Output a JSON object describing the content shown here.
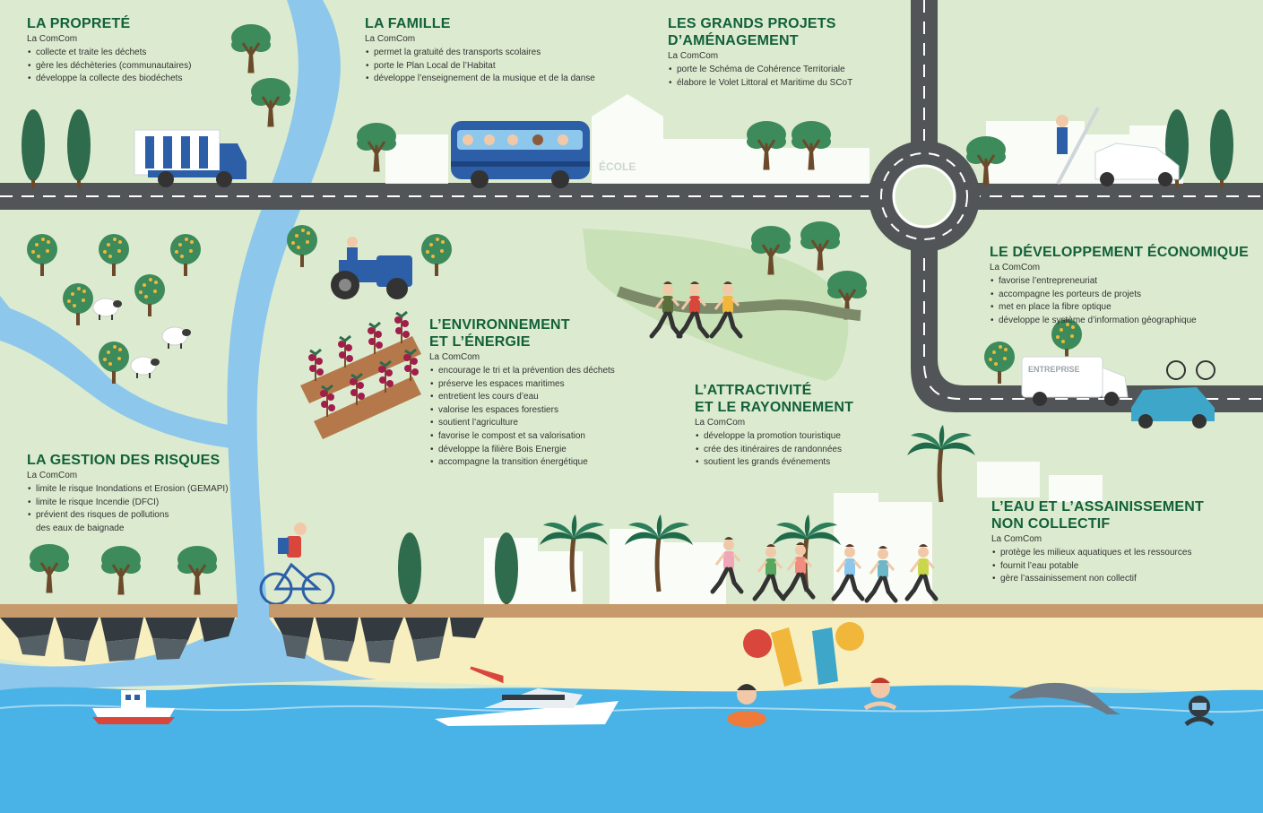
{
  "colors": {
    "background": "#dcebcf",
    "title": "#12603a",
    "river": "#8dc8ec",
    "sea": "#49b2e6",
    "sand": "#f7efbf",
    "road": "#525558"
  },
  "sections": {
    "proprete": {
      "title": "LA PROPRETÉ",
      "sub": "La ComCom",
      "items": [
        "collecte et traite les déchets",
        "gère les déchèteries (communautaires)",
        "développe la collecte des biodéchets"
      ]
    },
    "famille": {
      "title": "LA FAMILLE",
      "sub": "La ComCom",
      "items": [
        "permet la gratuité des transports scolaires",
        "porte le Plan Local de l’Habitat",
        "développe l’enseignement de la musique et de la danse"
      ]
    },
    "projets": {
      "title_line1": "LES GRANDS PROJETS",
      "title_line2": "D’AMÉNAGEMENT",
      "sub": "La ComCom",
      "items": [
        "porte le Schéma de Cohérence Territoriale",
        "élabore le Volet Littoral et Maritime du SCoT"
      ]
    },
    "economique": {
      "title": "LE DÉVELOPPEMENT ÉCONOMIQUE",
      "sub": "La ComCom",
      "items": [
        "favorise l’entrepreneuriat",
        "accompagne les porteurs de projets",
        "met en place la fibre optique",
        "développe le système d’information géographique"
      ]
    },
    "environnement": {
      "title_line1": "L’ENVIRONNEMENT",
      "title_line2": "ET L’ÉNERGIE",
      "sub": "La ComCom",
      "items": [
        "encourage le tri et la prévention des déchets",
        "préserve les espaces maritimes",
        "entretient les cours d’eau",
        "valorise les espaces forestiers",
        "soutient l’agriculture",
        "favorise le compost et sa valorisation",
        "développe la filière Bois Energie",
        "accompagne la transition énergétique"
      ]
    },
    "attractivite": {
      "title_line1": "L’ATTRACTIVITÉ",
      "title_line2": "ET LE RAYONNEMENT",
      "sub": "La ComCom",
      "items": [
        "développe la promotion touristique",
        "crée des itinéraires de randonnées",
        "soutient les grands événements"
      ]
    },
    "risques": {
      "title": "LA GESTION DES RISQUES",
      "sub": "La ComCom",
      "items": [
        "limite le risque Inondations et Erosion (GEMAPI)",
        "limite le risque Incendie (DFCI)",
        "prévient des risques de pollutions"
      ],
      "continuation": "des eaux de baignade"
    },
    "eau": {
      "title_line1": "L’EAU ET L’ASSAINISSEMENT",
      "title_line2": "NON COLLECTIF",
      "sub": "La ComCom",
      "items": [
        "protège les milieux aquatiques et les ressources",
        "fournit l’eau potable",
        "gère l’assainissement non collectif"
      ]
    }
  },
  "signs": {
    "school": "ÉCOLE",
    "van": "ENTREPRISE"
  },
  "icons": [
    "garbage-truck-icon",
    "school-bus-icon",
    "tractor-icon",
    "sheep-icon",
    "vineyard-icon",
    "cyclist-icon",
    "runner-icon",
    "hiker-icon",
    "van-icon",
    "car-icon",
    "boat-icon",
    "yacht-icon",
    "dolphin-icon",
    "swimmer-icon",
    "diver-icon",
    "parasol-icon",
    "palm-tree-icon",
    "tree-icon",
    "roundabout-icon"
  ]
}
